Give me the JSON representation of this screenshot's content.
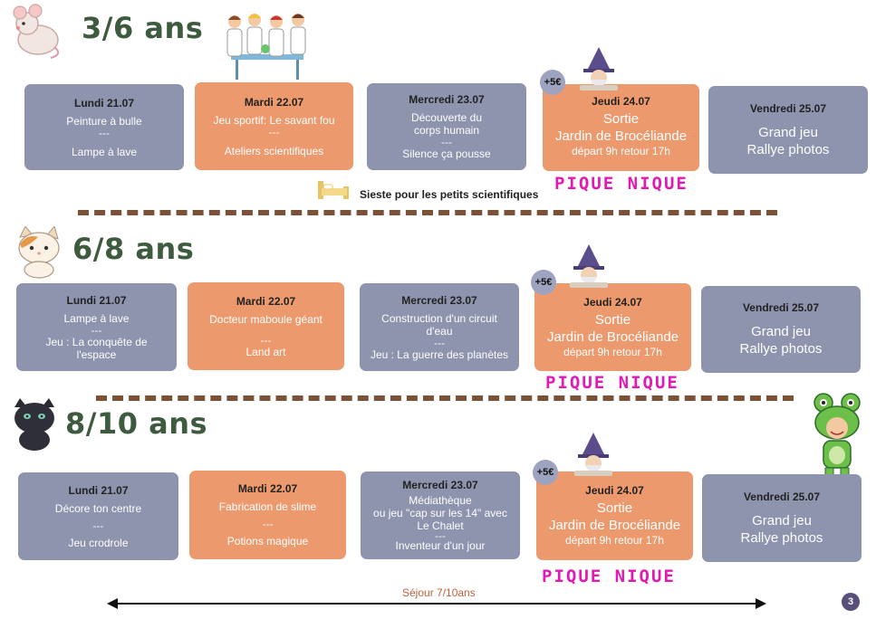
{
  "sections": [
    {
      "title": "3/6 ans",
      "days": [
        {
          "day": "Lundi 21.07",
          "lines": [
            "Peinture à bulle",
            "---",
            "Lampe à lave"
          ]
        },
        {
          "day": "Mardi 22.07",
          "lines": [
            "Jeu sportif: Le savant fou",
            "---",
            "Ateliers scientifiques"
          ]
        },
        {
          "day": "Mercredi 23.07",
          "lines": [
            "Découverte du",
            "corps humain",
            "---",
            "Silence ça pousse"
          ]
        },
        {
          "day": "Jeudi 24.07",
          "lines": [
            "Sortie",
            "Jardin de Brocéliande",
            "départ 9h retour 17h"
          ]
        },
        {
          "day": "Vendredi 25.07",
          "lines": [
            "Grand jeu",
            "Rallye photos"
          ]
        }
      ],
      "price": "+5€",
      "picnic": "PIQUE NIQUE",
      "note": "Sieste pour les petits scientifiques"
    },
    {
      "title": "6/8 ans",
      "days": [
        {
          "day": "Lundi 21.07",
          "lines": [
            "Lampe à lave",
            "---",
            "Jeu : La conquête de",
            "l'espace"
          ]
        },
        {
          "day": "Mardi 22.07",
          "lines": [
            "Docteur maboule géant",
            "---",
            "Land art"
          ]
        },
        {
          "day": "Mercredi 23.07",
          "lines": [
            "Construction d'un circuit",
            "d'eau",
            "---",
            "Jeu : La guerre des planètes"
          ]
        },
        {
          "day": "Jeudi 24.07",
          "lines": [
            "Sortie",
            "Jardin de Brocéliande",
            "départ 9h retour 17h"
          ]
        },
        {
          "day": "Vendredi 25.07",
          "lines": [
            "Grand jeu",
            "Rallye photos"
          ]
        }
      ],
      "price": "+5€",
      "picnic": "PIQUE NIQUE"
    },
    {
      "title": "8/10 ans",
      "days": [
        {
          "day": "Lundi 21.07",
          "lines": [
            "Décore ton centre",
            "---",
            "Jeu crodrole"
          ]
        },
        {
          "day": "Mardi 22.07",
          "lines": [
            "Fabrication de slime",
            "---",
            "Potions magique"
          ]
        },
        {
          "day": "Mercredi 23.07",
          "lines": [
            "Médiathèque",
            "ou jeu \"cap sur les 14\" avec",
            "Le Chalet",
            "---",
            "Inventeur d'un jour"
          ]
        },
        {
          "day": "Jeudi 24.07",
          "lines": [
            "Sortie",
            "Jardin de Brocéliande",
            "départ 9h retour 17h"
          ]
        },
        {
          "day": "Vendredi 25.07",
          "lines": [
            "Grand jeu",
            "Rallye photos"
          ]
        }
      ],
      "price": "+5€",
      "picnic": "PIQUE NIQUE"
    }
  ],
  "footer": {
    "sejour": "Séjour 7/10ans",
    "page_number": "3"
  },
  "colors": {
    "blue_card": "#8e93ae",
    "orange_card": "#ec9a6d",
    "title_green": "#3f5b3f",
    "picnic_pink": "#e21ab3",
    "dash_brown": "#7a5238"
  },
  "icons": [
    "mouse-icon",
    "scientists-illustration",
    "wizard-icon",
    "bed-icon",
    "cat-icon",
    "panther-icon",
    "frog-kid-icon"
  ]
}
